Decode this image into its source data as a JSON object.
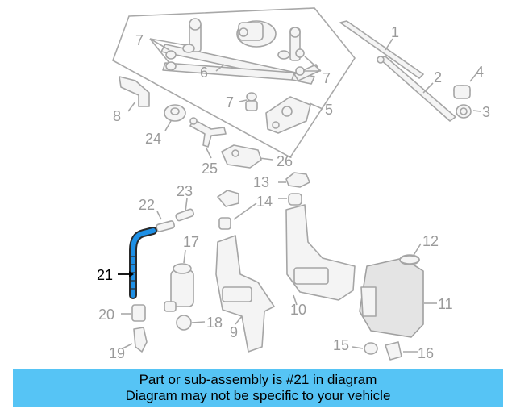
{
  "callouts": {
    "c1": "1",
    "c2": "2",
    "c3": "3",
    "c4": "4",
    "c5": "5",
    "c6": "6",
    "c7a": "7",
    "c7b": "7",
    "c7c": "7",
    "c8": "8",
    "c9": "9",
    "c10": "10",
    "c11": "11",
    "c12": "12",
    "c13": "13",
    "c14": "14",
    "c15": "15",
    "c16": "16",
    "c17": "17",
    "c18": "18",
    "c19": "19",
    "c20": "20",
    "c21": "21",
    "c22": "22",
    "c23": "23",
    "c24": "24",
    "c25": "25",
    "c26": "26"
  },
  "highlight": {
    "part": "21",
    "color": "#1e90e6"
  },
  "banner": {
    "line1": "Part or sub-assembly is #21 in diagram",
    "line2": "Diagram may not be specific to your vehicle",
    "color": "#56c4f5"
  }
}
